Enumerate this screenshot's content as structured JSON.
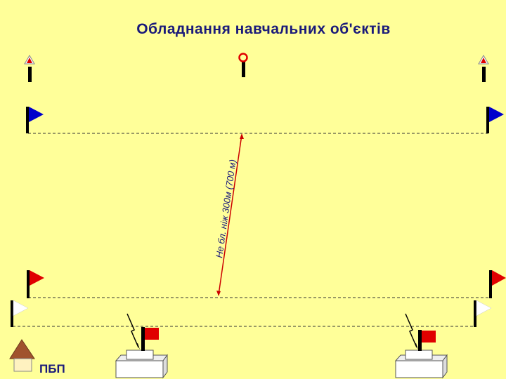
{
  "title": "Обладнання навчальних об'єктів",
  "distance_label": "Не бл. ніж 300м (700 м)",
  "pbp_label": "ПБП",
  "colors": {
    "background": "#FFFF99",
    "title": "#1a1a7a",
    "blue_flag": "#0000CC",
    "red_flag": "#E00000",
    "distance_line": "#CC0000"
  }
}
